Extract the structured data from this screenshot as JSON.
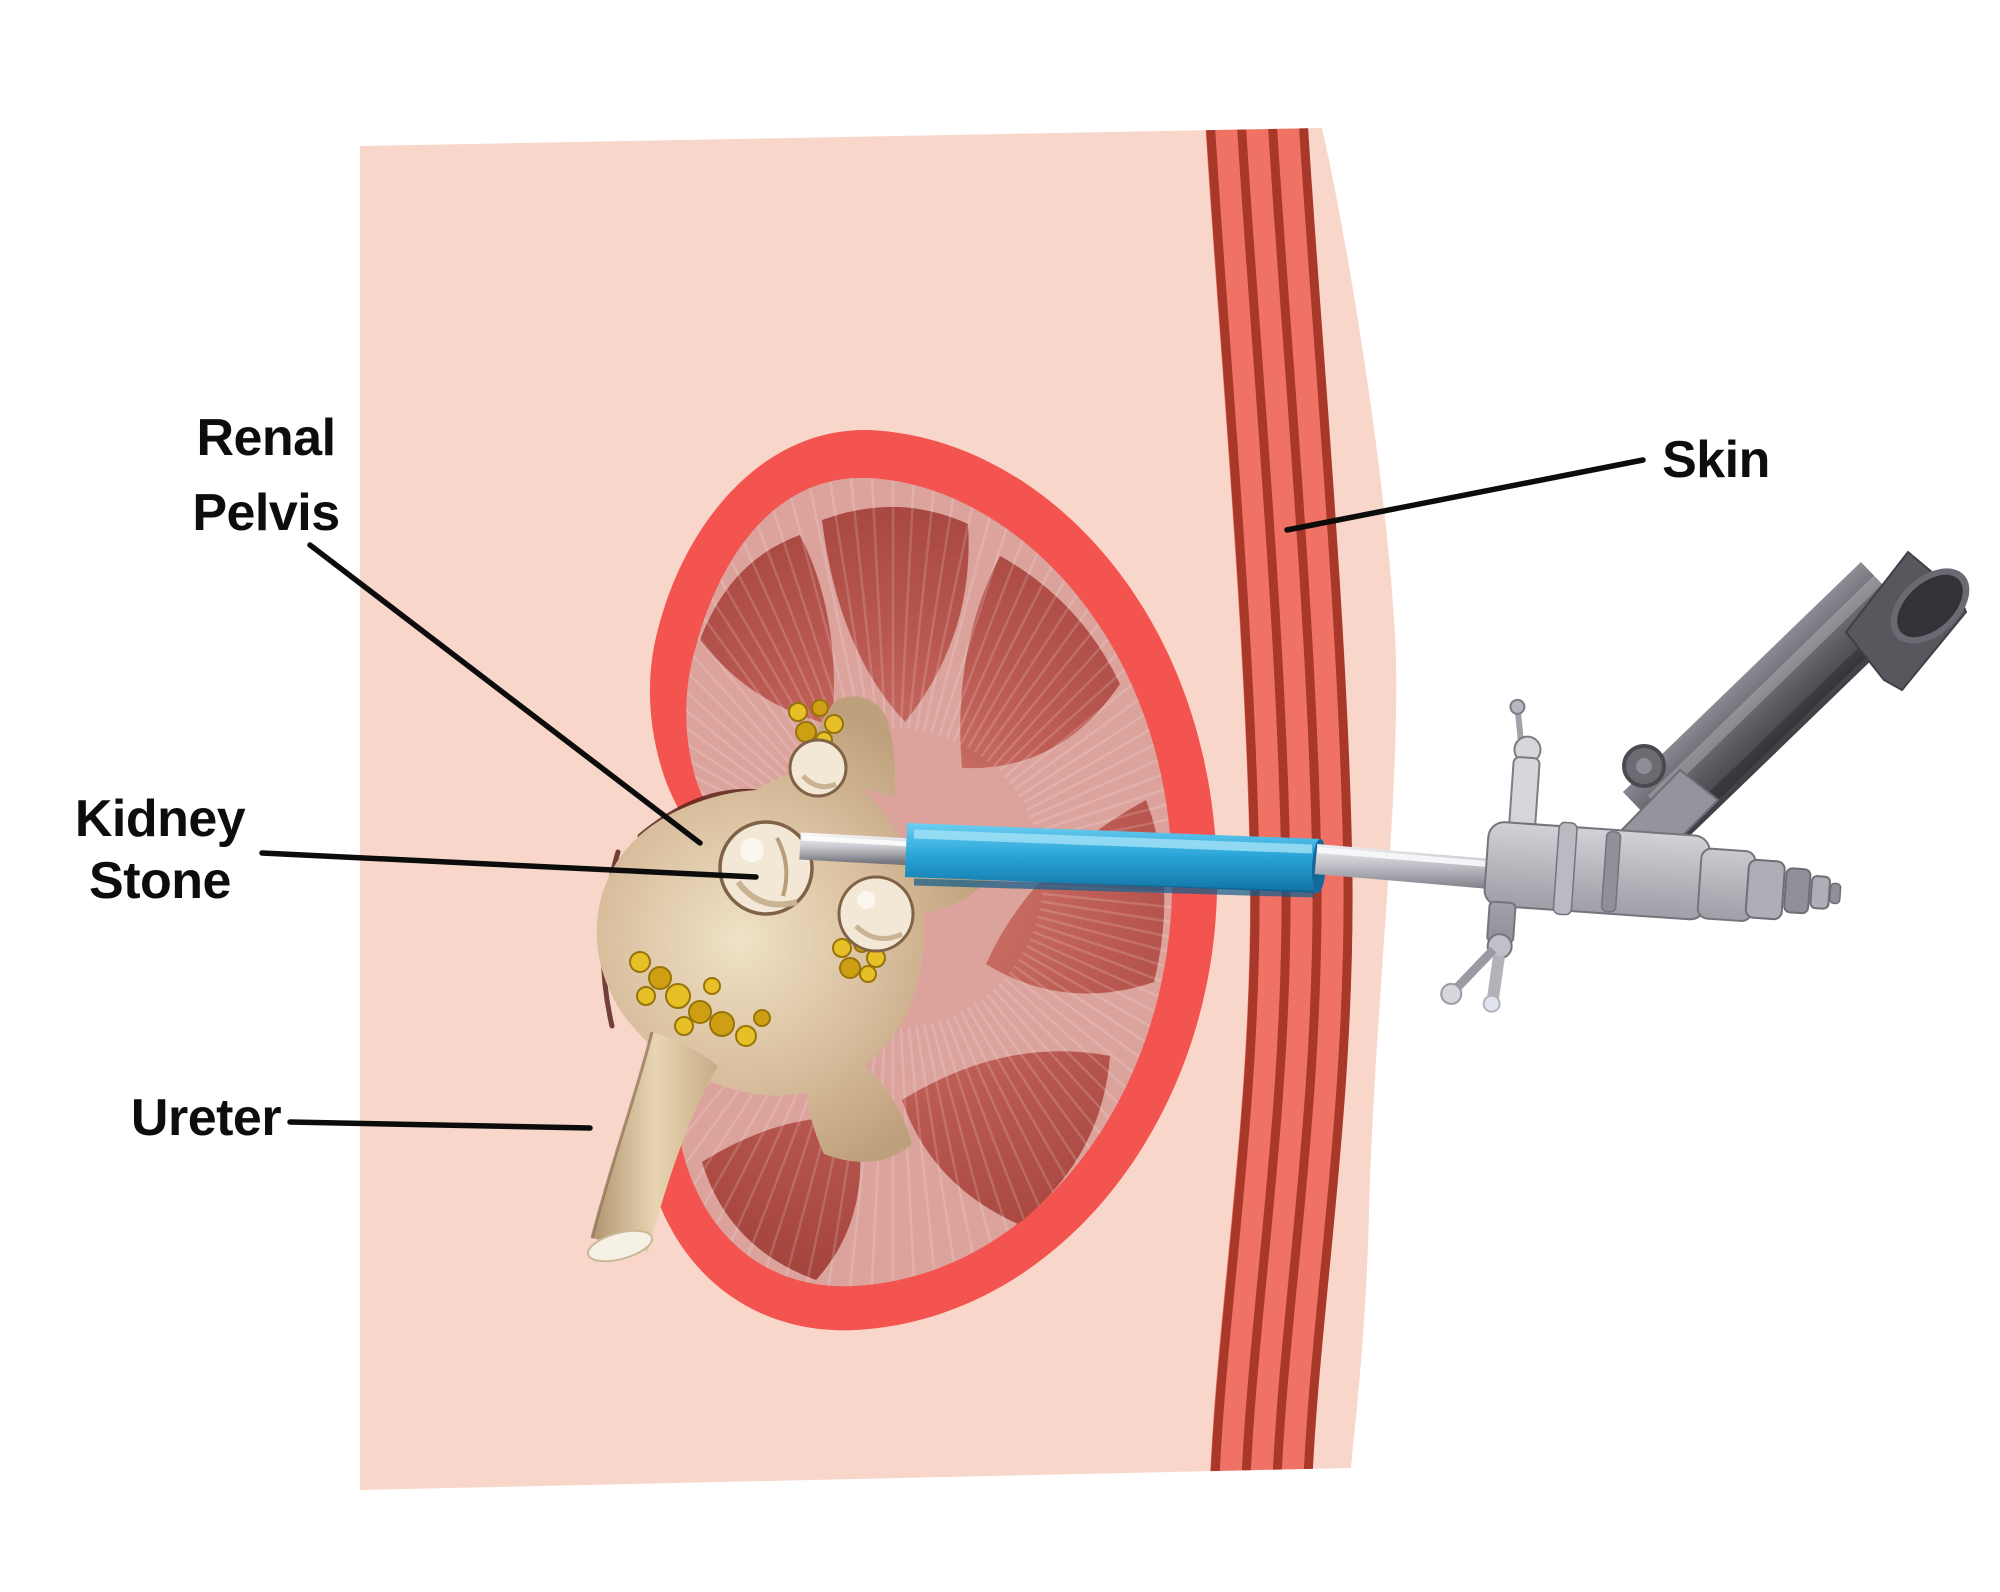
{
  "diagram": {
    "labels": {
      "renal_pelvis": {
        "text": "Renal Pelvis",
        "line1": "Renal",
        "line2": "Pelvis"
      },
      "kidney_stone": {
        "text": "Kidney Stone",
        "line1": "Kidney",
        "line2": "Stone"
      },
      "ureter": {
        "text": "Ureter"
      },
      "skin": {
        "text": "Skin"
      }
    },
    "colors": {
      "background": "#ffffff",
      "body_fill": "#f8d7ca",
      "skin_band_fill": "#ef7265",
      "skin_band_stripe": "#a8382a",
      "kidney_capsule": "#f4544f",
      "kidney_cortex": "#dba39c",
      "kidney_pyramid": "#a8453e",
      "renal_pelvis_fill": "#d9bf9e",
      "kidney_stone_fill": "#f2e8d5",
      "gravel_yellow": "#e2b822",
      "scope_sheath_blue": "#2aa5d8",
      "scope_metal_gray": "#9b9ba3",
      "label_text": "#0d0d0d",
      "leader_line": "#0c0c0c"
    }
  }
}
